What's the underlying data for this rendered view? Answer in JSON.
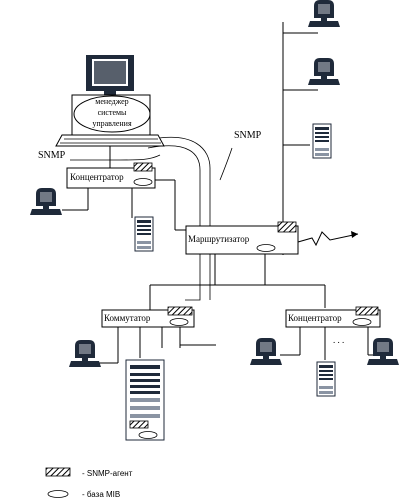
{
  "manager": {
    "label_line1": "менеджер",
    "label_line2": "системы",
    "label_line3": "управления"
  },
  "labels": {
    "snmp_left": "SNMP",
    "snmp_top": "SNMP",
    "hub_top": "Концентратор",
    "router": "Маршрутизатор",
    "switch": "Коммутатор",
    "hub_right": "Концентратор",
    "dots": ". . ."
  },
  "legend": {
    "agent": "- SNMP-агент",
    "mib": "- база MIB"
  },
  "colors": {
    "line": "#000000",
    "device_dark": "#1f2a3a",
    "background": "#ffffff"
  }
}
